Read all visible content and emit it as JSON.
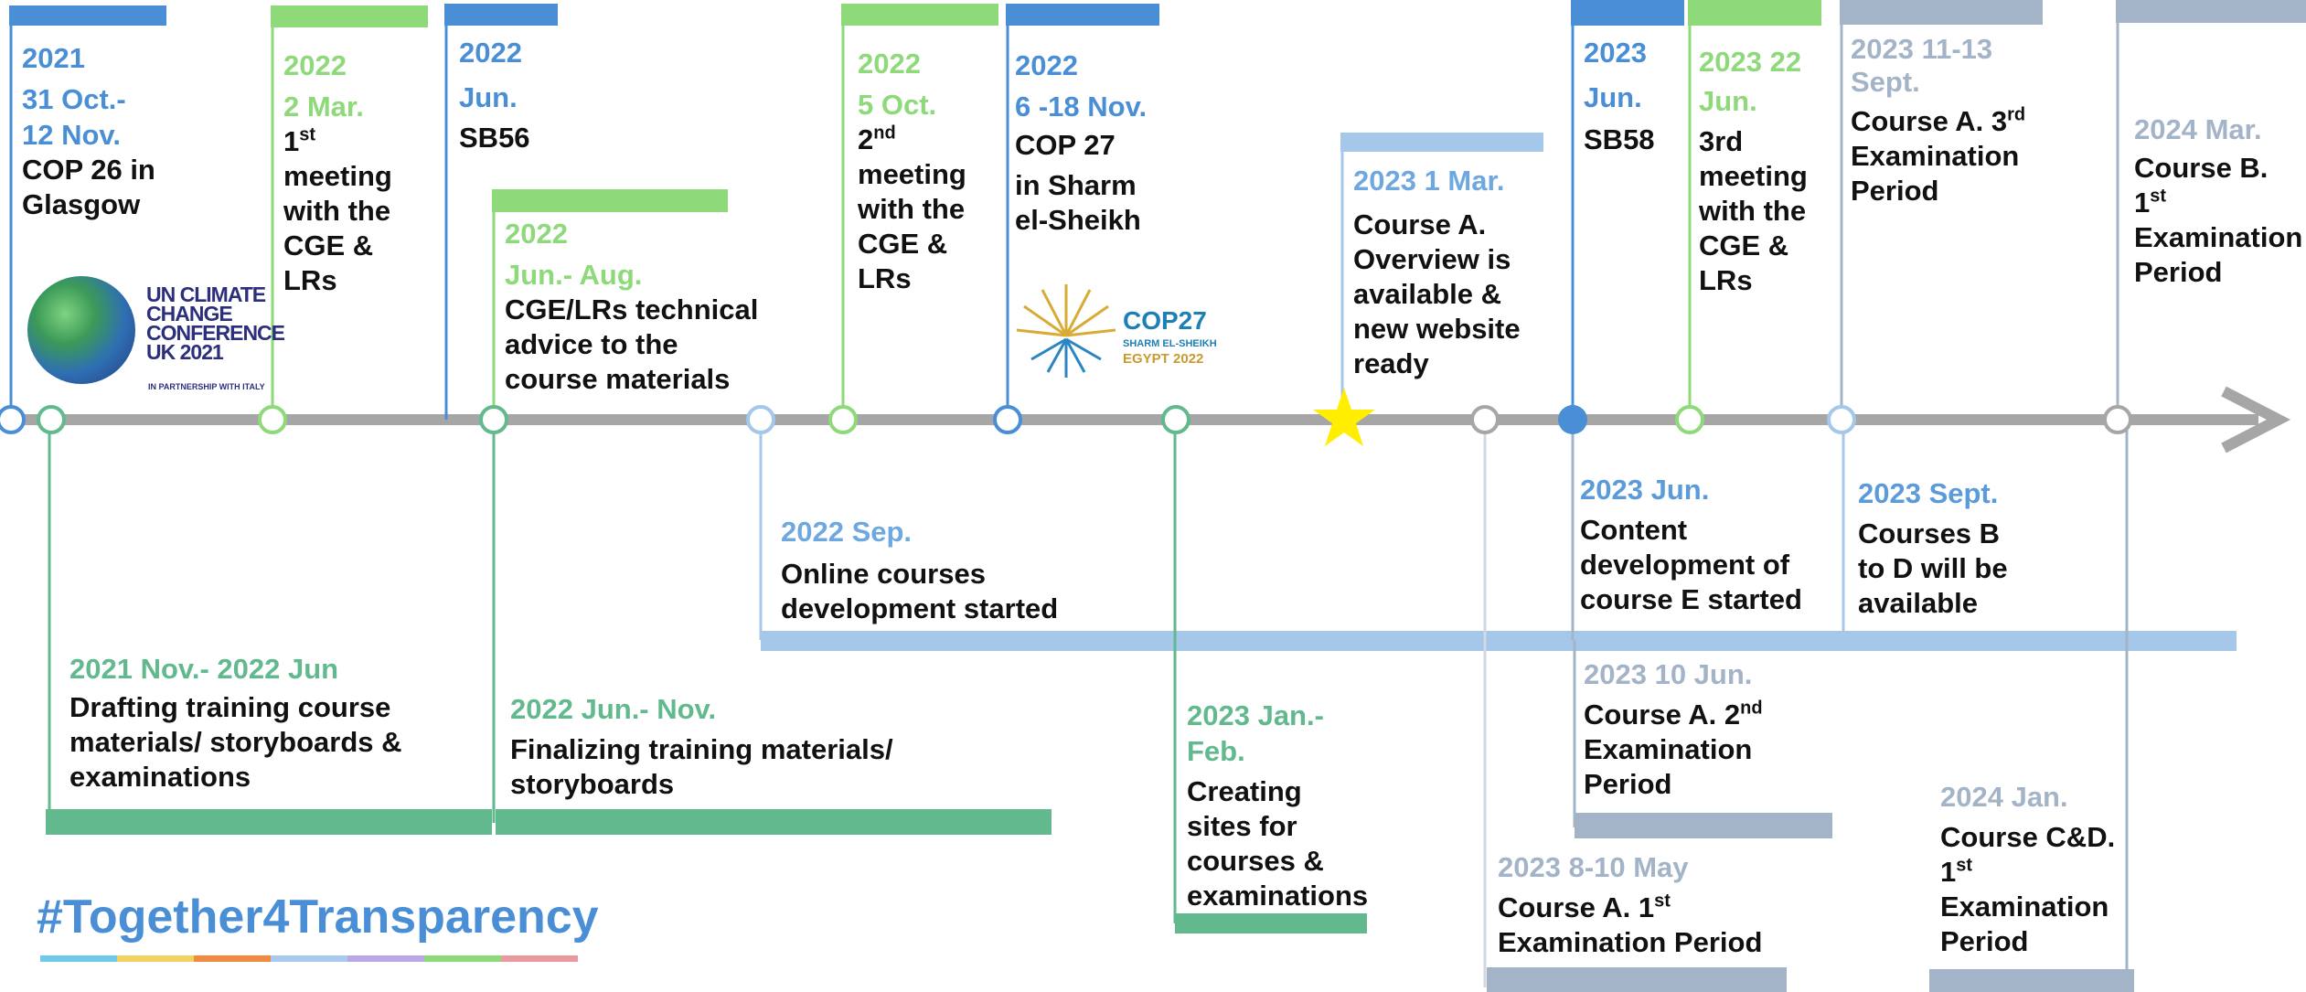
{
  "colors": {
    "blue": "#4a8fd6",
    "green": "#8ed97a",
    "mint": "#62b98d",
    "slate": "#a4b4c8",
    "lightblue": "#a4c7ea",
    "axis": "#a6a6a6",
    "star": "#ffee00"
  },
  "events": {
    "e1": {
      "date": [
        "2021",
        "31 Oct.-",
        "12 Nov."
      ],
      "text": [
        "COP 26 in",
        "Glasgow"
      ]
    },
    "e2": {
      "date": [
        "2022",
        "2 Mar."
      ],
      "sup": "st",
      "sup_base": "1",
      "text": [
        "meeting",
        "with the",
        "CGE &",
        "LRs"
      ]
    },
    "e3": {
      "date": [
        "2022",
        "Jun."
      ],
      "text": [
        "SB56"
      ]
    },
    "e4": {
      "date": [
        "2022",
        "Jun.- Aug."
      ],
      "text": [
        "CGE/LRs technical",
        "advice to the",
        "course materials"
      ]
    },
    "e5": {
      "date": [
        "2022",
        "5 Oct."
      ],
      "sup": "nd",
      "sup_base": "2",
      "text": [
        "meeting",
        "with the",
        "CGE &",
        "LRs"
      ]
    },
    "e6": {
      "date": [
        "2022",
        "6 -18 Nov."
      ],
      "text": [
        "COP 27",
        "in Sharm",
        "el-Sheikh"
      ]
    },
    "e7": {
      "date": [
        "2023 1 Mar."
      ],
      "text": [
        "Course A.",
        "Overview is",
        "available &",
        "new website",
        "ready"
      ]
    },
    "e8": {
      "date": [
        "2023",
        "Jun."
      ],
      "text": [
        "SB58"
      ]
    },
    "e9": {
      "date": [
        "2023 22",
        "Jun."
      ],
      "text": [
        "3rd",
        "meeting",
        "with the",
        "CGE &",
        "LRs"
      ]
    },
    "e10": {
      "date": [
        "2023 11-13",
        "Sept."
      ],
      "line1_base": "Course A. 3",
      "line1_sup": "rd",
      "text": [
        "Examination",
        "Period"
      ]
    },
    "e11": {
      "date": [
        "2024 Mar."
      ],
      "line1": "Course B.",
      "sup_base": "1",
      "sup": "st",
      "text": [
        "Examination",
        "Period"
      ]
    },
    "e12": {
      "date": [
        "2021 Nov.- 2022 Jun"
      ],
      "text": [
        "Drafting training course",
        "materials/ storyboards &",
        "examinations"
      ]
    },
    "e13": {
      "date": [
        "2022 Jun.- Nov."
      ],
      "text": [
        "Finalizing training materials/",
        "storyboards"
      ]
    },
    "e14": {
      "date": [
        "2022 Sep."
      ],
      "text": [
        "Online courses",
        "development started"
      ]
    },
    "e15": {
      "date": [
        "2023 Jan.-",
        "Feb."
      ],
      "text": [
        "Creating",
        "sites for",
        "courses &",
        "examinations"
      ]
    },
    "e16": {
      "date": [
        "2023 8-10 May"
      ],
      "line1_base": "Course A. 1",
      "line1_sup": "st",
      "text": [
        "Examination Period"
      ]
    },
    "e17": {
      "date": [
        "2023 Jun."
      ],
      "text": [
        "Content",
        "development of",
        "course E started"
      ]
    },
    "e18": {
      "date": [
        "2023 10 Jun."
      ],
      "line1_base": "Course A. 2",
      "line1_sup": "nd",
      "text": [
        "Examination",
        "Period"
      ]
    },
    "e19": {
      "date": [
        "2023 Sept."
      ],
      "text": [
        "Courses B",
        "to D will be",
        "available"
      ]
    },
    "e20": {
      "date": [
        "2024 Jan."
      ],
      "line1": "Course C&D.",
      "sup_base": "1",
      "sup": "st",
      "text": [
        "Examination",
        "Period"
      ]
    }
  },
  "logos": {
    "ukcc": {
      "lines": "UN CLIMATE\nCHANGE\nCONFERENCE\nUK 2021",
      "tagline": "IN PARTNERSHIP WITH ITALY"
    },
    "cop27": {
      "name": "COP27",
      "sub": "SHARM EL-SHEIKH",
      "sub2": "EGYPT 2022"
    }
  },
  "hashtag": "#Together4Transparency",
  "rainbow_colors": [
    "#6ec9ea",
    "#f2d25e",
    "#f08a3e",
    "#a9c9ee",
    "#b9a8e6",
    "#8ed97a",
    "#e99a9e"
  ]
}
